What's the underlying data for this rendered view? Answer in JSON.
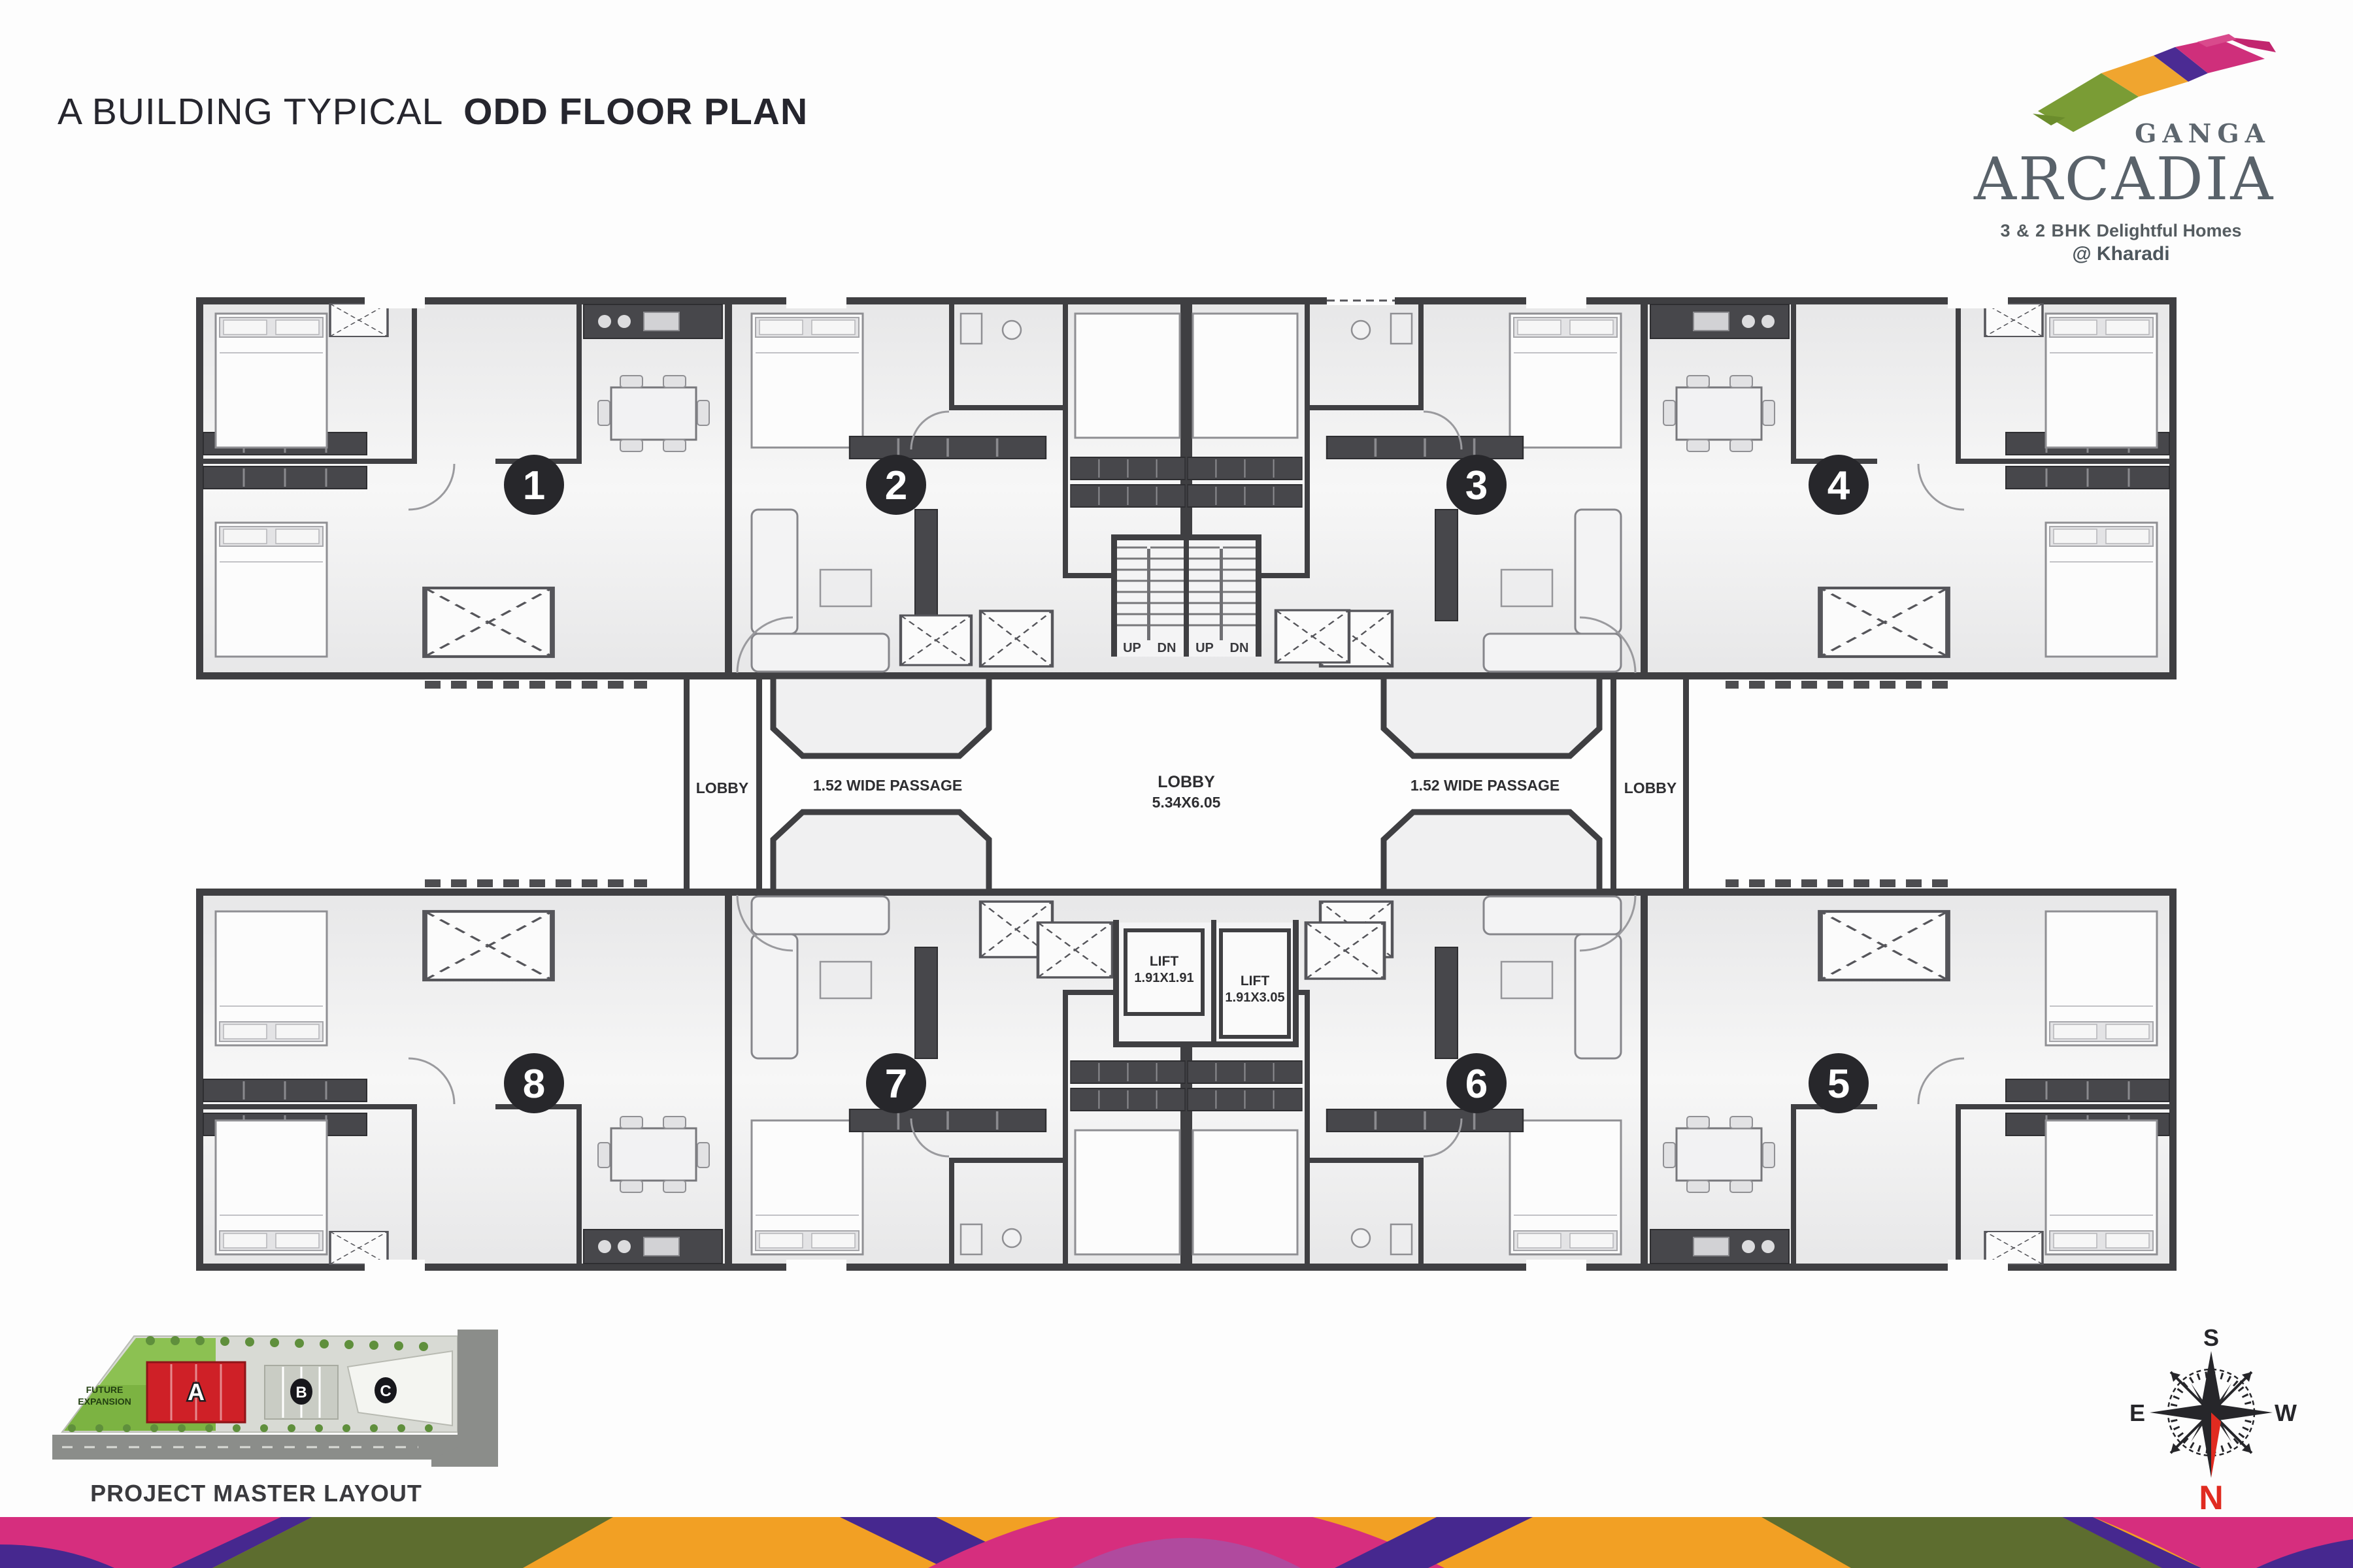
{
  "header": {
    "title_regular": "A BUILDING TYPICAL",
    "title_bold": "ODD FLOOR PLAN"
  },
  "logo": {
    "brand": "GANGA",
    "name": "ARCADIA",
    "tagline_bold": "3 & 2 BHK",
    "tagline_rest": " Delightful Homes",
    "location": "@ Kharadi",
    "colors": {
      "green": "#7a9c35",
      "orange": "#f0a52f",
      "purple": "#4b2b93",
      "magenta": "#cf2f7b"
    }
  },
  "plan": {
    "units": [
      {
        "number": "1"
      },
      {
        "number": "2"
      },
      {
        "number": "3"
      },
      {
        "number": "4"
      },
      {
        "number": "5"
      },
      {
        "number": "6"
      },
      {
        "number": "7"
      },
      {
        "number": "8"
      }
    ],
    "labels": {
      "lobby_left": "LOBBY",
      "lobby_right": "LOBBY",
      "passage_left": "1.52 WIDE PASSAGE",
      "passage_right": "1.52 WIDE PASSAGE",
      "lobby_center": "LOBBY",
      "lobby_center_dim": "5.34X6.05",
      "lift1_name": "LIFT",
      "lift1_dim": "1.91X1.91",
      "lift2_name": "LIFT",
      "lift2_dim": "1.91X3.05",
      "stair_labels": [
        "UP",
        "DN",
        "UP",
        "DN"
      ]
    }
  },
  "master_layout": {
    "caption": "PROJECT MASTER LAYOUT",
    "future_expansion_line1": "FUTURE",
    "future_expansion_line2": "EXPANSION",
    "building_a": "A",
    "building_b": "B",
    "building_c": "C",
    "building_a_color": "#cf2027"
  },
  "compass": {
    "top": "S",
    "left": "E",
    "right": "W",
    "bottom": "N",
    "north_color": "#e02b20"
  },
  "footer_colors": {
    "orange": "#f2a024",
    "green": "#5d6d2f",
    "magenta": "#d62e7e",
    "purple": "#46288f",
    "magenta_light": "#b04a9e"
  }
}
